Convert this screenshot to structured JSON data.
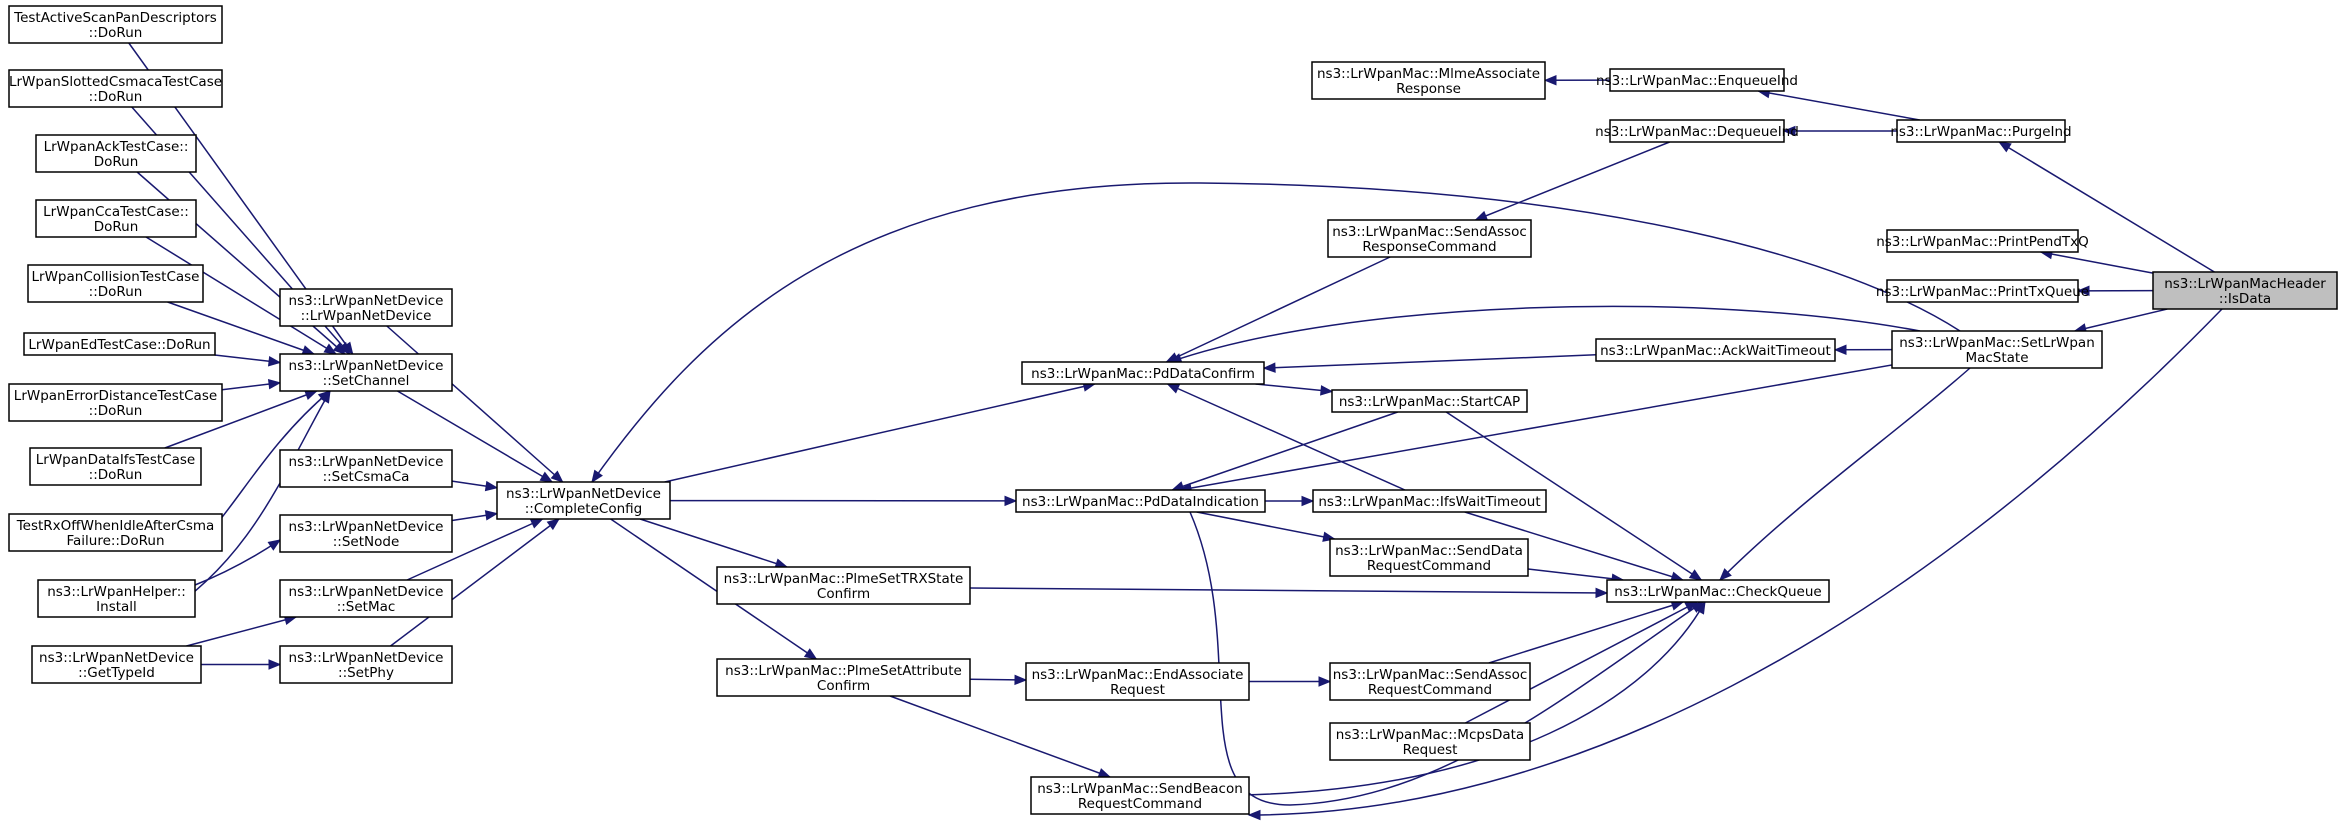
{
  "diagram": {
    "kind": "caller graph",
    "colors": {
      "edge": "#191970",
      "node_border": "#000000",
      "node_fill": "#ffffff",
      "root_fill": "#bfbfbf"
    },
    "nodes": [
      {
        "id": "isdata",
        "lines": [
          "ns3::LrWpanMacHeader",
          "::IsData"
        ],
        "root": true
      },
      {
        "id": "purgeind",
        "lines": [
          "ns3::LrWpanMac::PurgeInd"
        ]
      },
      {
        "id": "printpendtxq",
        "lines": [
          "ns3::LrWpanMac::PrintPendTxQ"
        ]
      },
      {
        "id": "printtxqueue",
        "lines": [
          "ns3::LrWpanMac::PrintTxQueue"
        ]
      },
      {
        "id": "setlrwpanmacstate",
        "lines": [
          "ns3::LrWpanMac::SetLrWpan",
          "MacState"
        ]
      },
      {
        "id": "enqueueind",
        "lines": [
          "ns3::LrWpanMac::EnqueueInd"
        ]
      },
      {
        "id": "dequeueind",
        "lines": [
          "ns3::LrWpanMac::DequeueInd"
        ]
      },
      {
        "id": "mlmeassociateresponse",
        "lines": [
          "ns3::LrWpanMac::MlmeAssociate",
          "Response"
        ]
      },
      {
        "id": "sendassocresponsecommand",
        "lines": [
          "ns3::LrWpanMac::SendAssoc",
          "ResponseCommand"
        ]
      },
      {
        "id": "ackwaittimeout",
        "lines": [
          "ns3::LrWpanMac::AckWaitTimeout"
        ]
      },
      {
        "id": "startcap",
        "lines": [
          "ns3::LrWpanMac::StartCAP"
        ]
      },
      {
        "id": "ifswaittimeout",
        "lines": [
          "ns3::LrWpanMac::IfsWaitTimeout"
        ]
      },
      {
        "id": "senddatarequestcommand",
        "lines": [
          "ns3::LrWpanMac::SendData",
          "RequestCommand"
        ]
      },
      {
        "id": "checkqueue",
        "lines": [
          "ns3::LrWpanMac::CheckQueue"
        ]
      },
      {
        "id": "sendassocrequestcommand",
        "lines": [
          "ns3::LrWpanMac::SendAssoc",
          "RequestCommand"
        ]
      },
      {
        "id": "mcpsdatarequest",
        "lines": [
          "ns3::LrWpanMac::McpsData",
          "Request"
        ]
      },
      {
        "id": "endassociaterequest",
        "lines": [
          "ns3::LrWpanMac::EndAssociate",
          "Request"
        ]
      },
      {
        "id": "sendbeaconrequestcommand",
        "lines": [
          "ns3::LrWpanMac::SendBeacon",
          "RequestCommand"
        ]
      },
      {
        "id": "pddataconfirm",
        "lines": [
          "ns3::LrWpanMac::PdDataConfirm"
        ]
      },
      {
        "id": "pddataindication",
        "lines": [
          "ns3::LrWpanMac::PdDataIndication"
        ]
      },
      {
        "id": "plmesettrxstateconfirm",
        "lines": [
          "ns3::LrWpanMac::PlmeSetTRXState",
          "Confirm"
        ]
      },
      {
        "id": "plmesetattributeconfirm",
        "lines": [
          "ns3::LrWpanMac::PlmeSetAttribute",
          "Confirm"
        ]
      },
      {
        "id": "completeconfig",
        "lines": [
          "ns3::LrWpanNetDevice",
          "::CompleteConfig"
        ]
      },
      {
        "id": "lrwpannetdevice",
        "lines": [
          "ns3::LrWpanNetDevice",
          "::LrWpanNetDevice"
        ]
      },
      {
        "id": "setchannel",
        "lines": [
          "ns3::LrWpanNetDevice",
          "::SetChannel"
        ]
      },
      {
        "id": "setcsmaca",
        "lines": [
          "ns3::LrWpanNetDevice",
          "::SetCsmaCa"
        ]
      },
      {
        "id": "setnode",
        "lines": [
          "ns3::LrWpanNetDevice",
          "::SetNode"
        ]
      },
      {
        "id": "setmac",
        "lines": [
          "ns3::LrWpanNetDevice",
          "::SetMac"
        ]
      },
      {
        "id": "setphy",
        "lines": [
          "ns3::LrWpanNetDevice",
          "::SetPhy"
        ]
      },
      {
        "id": "testactivescan",
        "lines": [
          "TestActiveScanPanDescriptors",
          "::DoRun"
        ]
      },
      {
        "id": "slottedcsmaca",
        "lines": [
          "LrWpanSlottedCsmacaTestCase",
          "::DoRun"
        ]
      },
      {
        "id": "acktestcase",
        "lines": [
          "LrWpanAckTestCase::",
          "DoRun"
        ]
      },
      {
        "id": "ccatestcase",
        "lines": [
          "LrWpanCcaTestCase::",
          "DoRun"
        ]
      },
      {
        "id": "collisiontestcase",
        "lines": [
          "LrWpanCollisionTestCase",
          "::DoRun"
        ]
      },
      {
        "id": "edtestcase",
        "lines": [
          "LrWpanEdTestCase::DoRun"
        ]
      },
      {
        "id": "errordistancetestcase",
        "lines": [
          "LrWpanErrorDistanceTestCase",
          "::DoRun"
        ]
      },
      {
        "id": "dataifstestcase",
        "lines": [
          "LrWpanDataIfsTestCase",
          "::DoRun"
        ]
      },
      {
        "id": "testrxoffwhenidle",
        "lines": [
          "TestRxOffWhenIdleAfterCsma",
          "Failure::DoRun"
        ]
      },
      {
        "id": "helperinstall",
        "lines": [
          "ns3::LrWpanHelper::",
          "Install"
        ]
      },
      {
        "id": "gettypeid",
        "lines": [
          "ns3::LrWpanNetDevice",
          "::GetTypeId"
        ]
      }
    ],
    "edges": [
      [
        "purgeind",
        "isdata"
      ],
      [
        "printpendtxq",
        "isdata"
      ],
      [
        "printtxqueue",
        "isdata"
      ],
      [
        "setlrwpanmacstate",
        "isdata"
      ],
      [
        "sendbeaconrequestcommand",
        "isdata"
      ],
      [
        "enqueueind",
        "purgeind"
      ],
      [
        "dequeueind",
        "purgeind"
      ],
      [
        "mlmeassociateresponse",
        "enqueueind"
      ],
      [
        "sendassocresponsecommand",
        "dequeueind"
      ],
      [
        "pddataconfirm",
        "sendassocresponsecommand"
      ],
      [
        "ackwaittimeout",
        "setlrwpanmacstate"
      ],
      [
        "completeconfig",
        "setlrwpanmacstate"
      ],
      [
        "pddataconfirm",
        "setlrwpanmacstate"
      ],
      [
        "pddataindication",
        "setlrwpanmacstate"
      ],
      [
        "checkqueue",
        "setlrwpanmacstate"
      ],
      [
        "pddataconfirm",
        "ackwaittimeout"
      ],
      [
        "pddataconfirm",
        "ifswaittimeout"
      ],
      [
        "startcap",
        "pddataconfirm"
      ],
      [
        "pddataindication",
        "startcap"
      ],
      [
        "ifswaittimeout",
        "pddataindication"
      ],
      [
        "senddatarequestcommand",
        "pddataindication"
      ],
      [
        "checkqueue",
        "startcap"
      ],
      [
        "checkqueue",
        "ifswaittimeout"
      ],
      [
        "checkqueue",
        "senddatarequestcommand"
      ],
      [
        "checkqueue",
        "plmesettrxstateconfirm"
      ],
      [
        "checkqueue",
        "sendassocrequestcommand"
      ],
      [
        "checkqueue",
        "mcpsdatarequest"
      ],
      [
        "checkqueue",
        "sendbeaconrequestcommand"
      ],
      [
        "checkqueue",
        "pddataindication"
      ],
      [
        "sendassocrequestcommand",
        "endassociaterequest"
      ],
      [
        "endassociaterequest",
        "plmesetattributeconfirm"
      ],
      [
        "sendbeaconrequestcommand",
        "plmesetattributeconfirm"
      ],
      [
        "pddataconfirm",
        "completeconfig"
      ],
      [
        "pddataindication",
        "completeconfig"
      ],
      [
        "plmesettrxstateconfirm",
        "completeconfig"
      ],
      [
        "plmesetattributeconfirm",
        "completeconfig"
      ],
      [
        "completeconfig",
        "lrwpannetdevice"
      ],
      [
        "completeconfig",
        "setchannel"
      ],
      [
        "completeconfig",
        "setcsmaca"
      ],
      [
        "completeconfig",
        "setnode"
      ],
      [
        "completeconfig",
        "setmac"
      ],
      [
        "completeconfig",
        "setphy"
      ],
      [
        "setchannel",
        "testactivescan"
      ],
      [
        "setchannel",
        "slottedcsmaca"
      ],
      [
        "setchannel",
        "acktestcase"
      ],
      [
        "setchannel",
        "ccatestcase"
      ],
      [
        "setchannel",
        "collisiontestcase"
      ],
      [
        "setchannel",
        "edtestcase"
      ],
      [
        "setchannel",
        "errordistancetestcase"
      ],
      [
        "setchannel",
        "dataifstestcase"
      ],
      [
        "setchannel",
        "testrxoffwhenidle"
      ],
      [
        "setchannel",
        "helperinstall"
      ],
      [
        "setnode",
        "helperinstall"
      ],
      [
        "setmac",
        "gettypeid"
      ],
      [
        "setphy",
        "gettypeid"
      ]
    ]
  }
}
